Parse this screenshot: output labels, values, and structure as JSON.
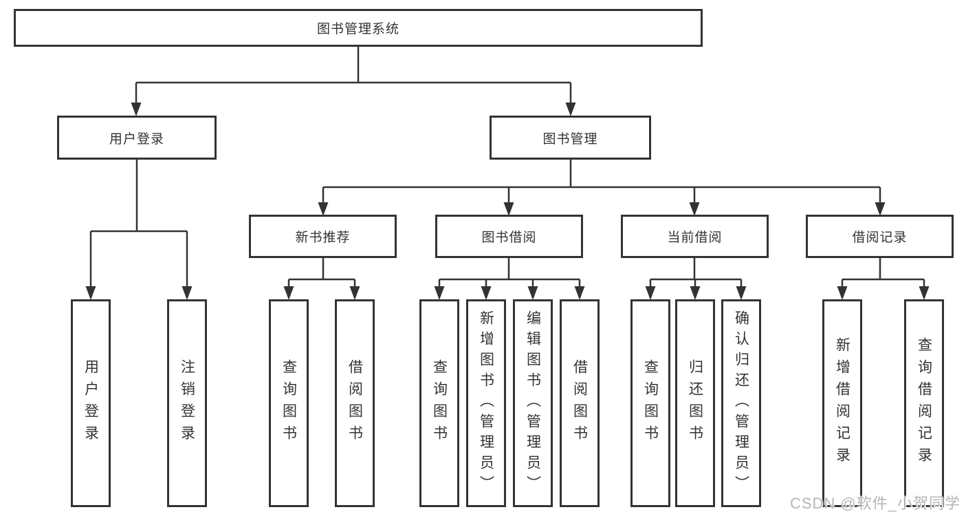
{
  "diagram": {
    "nodes": {
      "root": "图书管理系统",
      "user_login": "用户登录",
      "book_management": "图书管理",
      "new_book_recommend": "新书推荐",
      "book_borrow": "图书借阅",
      "current_borrow": "当前借阅",
      "borrow_records": "借阅记录"
    },
    "leaves": {
      "user_login": [
        "用户登录",
        "注销登录"
      ],
      "new_book_recommend": [
        "查询图书",
        "借阅图书"
      ],
      "book_borrow": [
        "查询图书",
        "新增图书（管理员）",
        "编辑图书（管理员）",
        "借阅图书"
      ],
      "current_borrow": [
        "查询图书",
        "归还图书",
        "确认归还（管理员）"
      ],
      "borrow_records": [
        "新增借阅记录",
        "查询借阅记录"
      ]
    },
    "colors": {
      "line": "#333333",
      "text": "#333333",
      "box_background": "#ffffff",
      "watermark": "#b5b5b5"
    }
  },
  "watermark": "CSDN @软件_小贺同学"
}
